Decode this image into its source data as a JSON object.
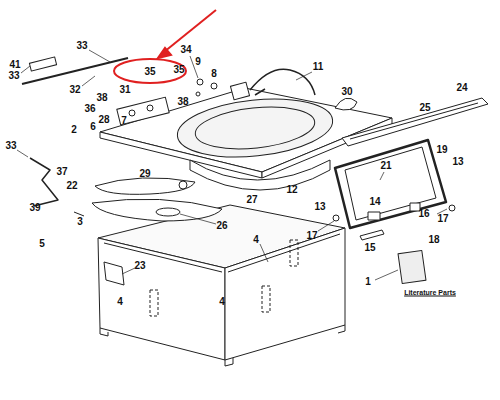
{
  "diagram": {
    "labels": [
      "41",
      "33",
      "33",
      "32",
      "35",
      "34",
      "9",
      "35",
      "8",
      "11",
      "31",
      "38",
      "38",
      "30",
      "24",
      "25",
      "36",
      "6",
      "28",
      "7",
      "2",
      "19",
      "13",
      "21",
      "33",
      "37",
      "22",
      "39",
      "29",
      "12",
      "13",
      "14",
      "27",
      "26",
      "16",
      "17",
      "17",
      "18",
      "15",
      "3",
      "4",
      "5",
      "23",
      "4",
      "4",
      "1",
      "Literature Parts"
    ]
  }
}
